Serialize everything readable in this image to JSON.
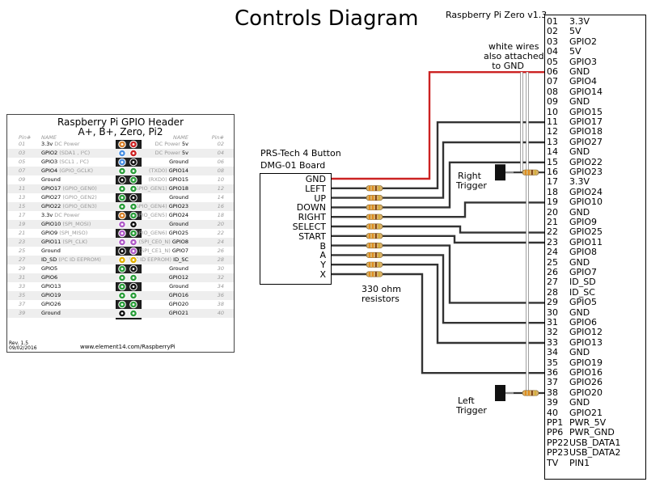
{
  "title": "Controls Diagram",
  "gpio_card": {
    "title_line1": "Raspberry Pi GPIO Header",
    "title_line2": "A+, B+, Zero, Pi2",
    "col_pin_left": "Pin#",
    "col_name_left": "NAME",
    "col_name_right": "NAME",
    "col_pin_right": "Pin#",
    "rows": [
      {
        "pl": "01",
        "nl": "3.3v",
        "sl": " DC Power",
        "nr": "5v",
        "sr": "DC Power ",
        "pr": "02"
      },
      {
        "pl": "03",
        "nl": "GPIO2",
        "sl": " (SDA1 , I²C)",
        "nr": "5v",
        "sr": "DC Power ",
        "pr": "04"
      },
      {
        "pl": "05",
        "nl": "GPIO3",
        "sl": " (SCL1 , I²C)",
        "nr": "Ground",
        "sr": "",
        "pr": "06"
      },
      {
        "pl": "07",
        "nl": "GPIO4",
        "sl": " (GPIO_GCLK)",
        "nr": "GPIO14",
        "sr": "(TXD0) ",
        "pr": "08"
      },
      {
        "pl": "09",
        "nl": "Ground",
        "sl": "",
        "nr": "GPIO15",
        "sr": "(RXD0) ",
        "pr": "10"
      },
      {
        "pl": "11",
        "nl": "GPIO17",
        "sl": " (GPIO_GEN0)",
        "nr": "GPIO18",
        "sr": "(GPIO_GEN1) ",
        "pr": "12"
      },
      {
        "pl": "13",
        "nl": "GPIO27",
        "sl": " (GPIO_GEN2)",
        "nr": "Ground",
        "sr": "",
        "pr": "14"
      },
      {
        "pl": "15",
        "nl": "GPIO22",
        "sl": " (GPIO_GEN3)",
        "nr": "GPIO23",
        "sr": "(GPIO_GEN4) ",
        "pr": "16"
      },
      {
        "pl": "17",
        "nl": "3.3v",
        "sl": " DC Power",
        "nr": "GPIO24",
        "sr": "(GPIO_GEN5) ",
        "pr": "18"
      },
      {
        "pl": "19",
        "nl": "GPIO10",
        "sl": " (SPI_MOSI)",
        "nr": "Ground",
        "sr": "",
        "pr": "20"
      },
      {
        "pl": "21",
        "nl": "GPIO9",
        "sl": " (SPI_MISO)",
        "nr": "GPIO25",
        "sr": "(GPIO_GEN6) ",
        "pr": "22"
      },
      {
        "pl": "23",
        "nl": "GPIO11",
        "sl": " (SPI_CLK)",
        "nr": "GPIO8",
        "sr": "(SPI_CE0_N) ",
        "pr": "24"
      },
      {
        "pl": "25",
        "nl": "Ground",
        "sl": "",
        "nr": "GPIO7",
        "sr": "(SPI_CE1_N) ",
        "pr": "26"
      },
      {
        "pl": "27",
        "nl": "ID_SD",
        "sl": " (I²C ID EEPROM)",
        "nr": "ID_SC",
        "sr": "(I²C ID EEPROM) ",
        "pr": "28"
      },
      {
        "pl": "29",
        "nl": "GPIO5",
        "sl": "",
        "nr": "Ground",
        "sr": "",
        "pr": "30"
      },
      {
        "pl": "31",
        "nl": "GPIO6",
        "sl": "",
        "nr": "GPIO12",
        "sr": "",
        "pr": "32"
      },
      {
        "pl": "33",
        "nl": "GPIO13",
        "sl": "",
        "nr": "Ground",
        "sr": "",
        "pr": "34"
      },
      {
        "pl": "35",
        "nl": "GPIO19",
        "sl": "",
        "nr": "GPIO16",
        "sr": "",
        "pr": "36"
      },
      {
        "pl": "37",
        "nl": "GPIO26",
        "sl": "",
        "nr": "GPIO20",
        "sr": "",
        "pr": "38"
      },
      {
        "pl": "39",
        "nl": "Ground",
        "sl": "",
        "nr": "GPIO21",
        "sr": "",
        "pr": "40"
      }
    ],
    "dot_colors": {
      "power3v": "#d9822b",
      "power5v": "#cc2222",
      "ground": "#111111",
      "gpio": "#2a9d3a",
      "i2c": "#4a90e2",
      "spi": "#b05cc8",
      "uart": "#2a9d3a",
      "eeprom": "#e0b000"
    },
    "pin_types": [
      [
        "power3v",
        "power5v"
      ],
      [
        "i2c",
        "power5v"
      ],
      [
        "i2c",
        "ground"
      ],
      [
        "gpio",
        "uart"
      ],
      [
        "ground",
        "uart"
      ],
      [
        "gpio",
        "gpio"
      ],
      [
        "gpio",
        "ground"
      ],
      [
        "gpio",
        "gpio"
      ],
      [
        "power3v",
        "gpio"
      ],
      [
        "spi",
        "ground"
      ],
      [
        "spi",
        "gpio"
      ],
      [
        "spi",
        "spi"
      ],
      [
        "ground",
        "spi"
      ],
      [
        "eeprom",
        "eeprom"
      ],
      [
        "gpio",
        "ground"
      ],
      [
        "gpio",
        "gpio"
      ],
      [
        "gpio",
        "ground"
      ],
      [
        "gpio",
        "gpio"
      ],
      [
        "gpio",
        "gpio"
      ],
      [
        "ground",
        "gpio"
      ]
    ],
    "footer_url": "www.element14.com/RaspberryPi",
    "rev": "Rev. 1.5",
    "date": "09/02/2016"
  },
  "board": {
    "caption_line1": "PRS-Tech 4 Button",
    "caption_line2": "DMG-01 Board",
    "labels": [
      "GND",
      "LEFT",
      "UP",
      "DOWN",
      "RIGHT",
      "SELECT",
      "START",
      "B",
      "A",
      "Y",
      "X"
    ]
  },
  "resistors_label_line1": "330 ohm",
  "resistors_label_line2": "resistors",
  "white_wires_note": [
    "white wires",
    "also attached",
    "to GND"
  ],
  "right_trigger": [
    "Right",
    "Trigger"
  ],
  "left_trigger": [
    "Left",
    "Trigger"
  ],
  "pi_zero": {
    "title": "Raspberry Pi Zero v1.3",
    "pins": [
      {
        "n": "01",
        "name": "3.3V"
      },
      {
        "n": "02",
        "name": "5V"
      },
      {
        "n": "03",
        "name": "GPIO2"
      },
      {
        "n": "04",
        "name": "5V"
      },
      {
        "n": "05",
        "name": "GPIO3"
      },
      {
        "n": "06",
        "name": "GND"
      },
      {
        "n": "07",
        "name": "GPIO4"
      },
      {
        "n": "08",
        "name": "GPIO14"
      },
      {
        "n": "09",
        "name": "GND"
      },
      {
        "n": "10",
        "name": "GPIO15"
      },
      {
        "n": "11",
        "name": "GPIO17"
      },
      {
        "n": "12",
        "name": "GPIO18"
      },
      {
        "n": "13",
        "name": "GPIO27"
      },
      {
        "n": "14",
        "name": "GND"
      },
      {
        "n": "15",
        "name": "GPIO22"
      },
      {
        "n": "16",
        "name": "GPIO23"
      },
      {
        "n": "17",
        "name": "3.3V"
      },
      {
        "n": "18",
        "name": "GPIO24"
      },
      {
        "n": "19",
        "name": "GPIO10"
      },
      {
        "n": "20",
        "name": "GND"
      },
      {
        "n": "21",
        "name": "GPIO9"
      },
      {
        "n": "22",
        "name": "GPIO25"
      },
      {
        "n": "23",
        "name": "GPIO11"
      },
      {
        "n": "24",
        "name": "GPIO8"
      },
      {
        "n": "25",
        "name": "GND"
      },
      {
        "n": "26",
        "name": "GPIO7"
      },
      {
        "n": "27",
        "name": "ID_SD"
      },
      {
        "n": "28",
        "name": "ID_SC"
      },
      {
        "n": "29",
        "name": "GPIO5"
      },
      {
        "n": "30",
        "name": "GND"
      },
      {
        "n": "31",
        "name": "GPIO6"
      },
      {
        "n": "32",
        "name": "GPIO12"
      },
      {
        "n": "33",
        "name": "GPIO13"
      },
      {
        "n": "34",
        "name": "GND"
      },
      {
        "n": "35",
        "name": "GPIO19"
      },
      {
        "n": "36",
        "name": "GPIO16"
      },
      {
        "n": "37",
        "name": "GPIO26"
      },
      {
        "n": "38",
        "name": "GPIO20"
      },
      {
        "n": "39",
        "name": "GND"
      },
      {
        "n": "40",
        "name": "GPIO21"
      },
      {
        "n": "PP1",
        "name": "PWR_5V"
      },
      {
        "n": "PP6",
        "name": "PWR_GND"
      },
      {
        "n": "PP22",
        "name": "USB_DATA1"
      },
      {
        "n": "PP23",
        "name": "USB_DATA2"
      },
      {
        "n": "TV",
        "name": "PIN1"
      }
    ]
  },
  "connections": [
    {
      "from": "GND",
      "to": "06"
    },
    {
      "from": "LEFT",
      "to": "11"
    },
    {
      "from": "UP",
      "to": "13"
    },
    {
      "from": "DOWN",
      "to": "15"
    },
    {
      "from": "RIGHT",
      "to": "19"
    },
    {
      "from": "SELECT",
      "to": "22"
    },
    {
      "from": "START",
      "to": "23"
    },
    {
      "from": "B",
      "to": "29"
    },
    {
      "from": "A",
      "to": "31"
    },
    {
      "from": "Y",
      "to": "33"
    },
    {
      "from": "X",
      "to": "36"
    },
    {
      "from": "Right Trigger",
      "to": "16"
    },
    {
      "from": "Left Trigger",
      "to": "38"
    }
  ],
  "colors": {
    "gnd_wire": "#cc2222",
    "signal_wire": "#333333",
    "white_wire": "#ffffff",
    "resistor_body": "#d9b36b"
  }
}
